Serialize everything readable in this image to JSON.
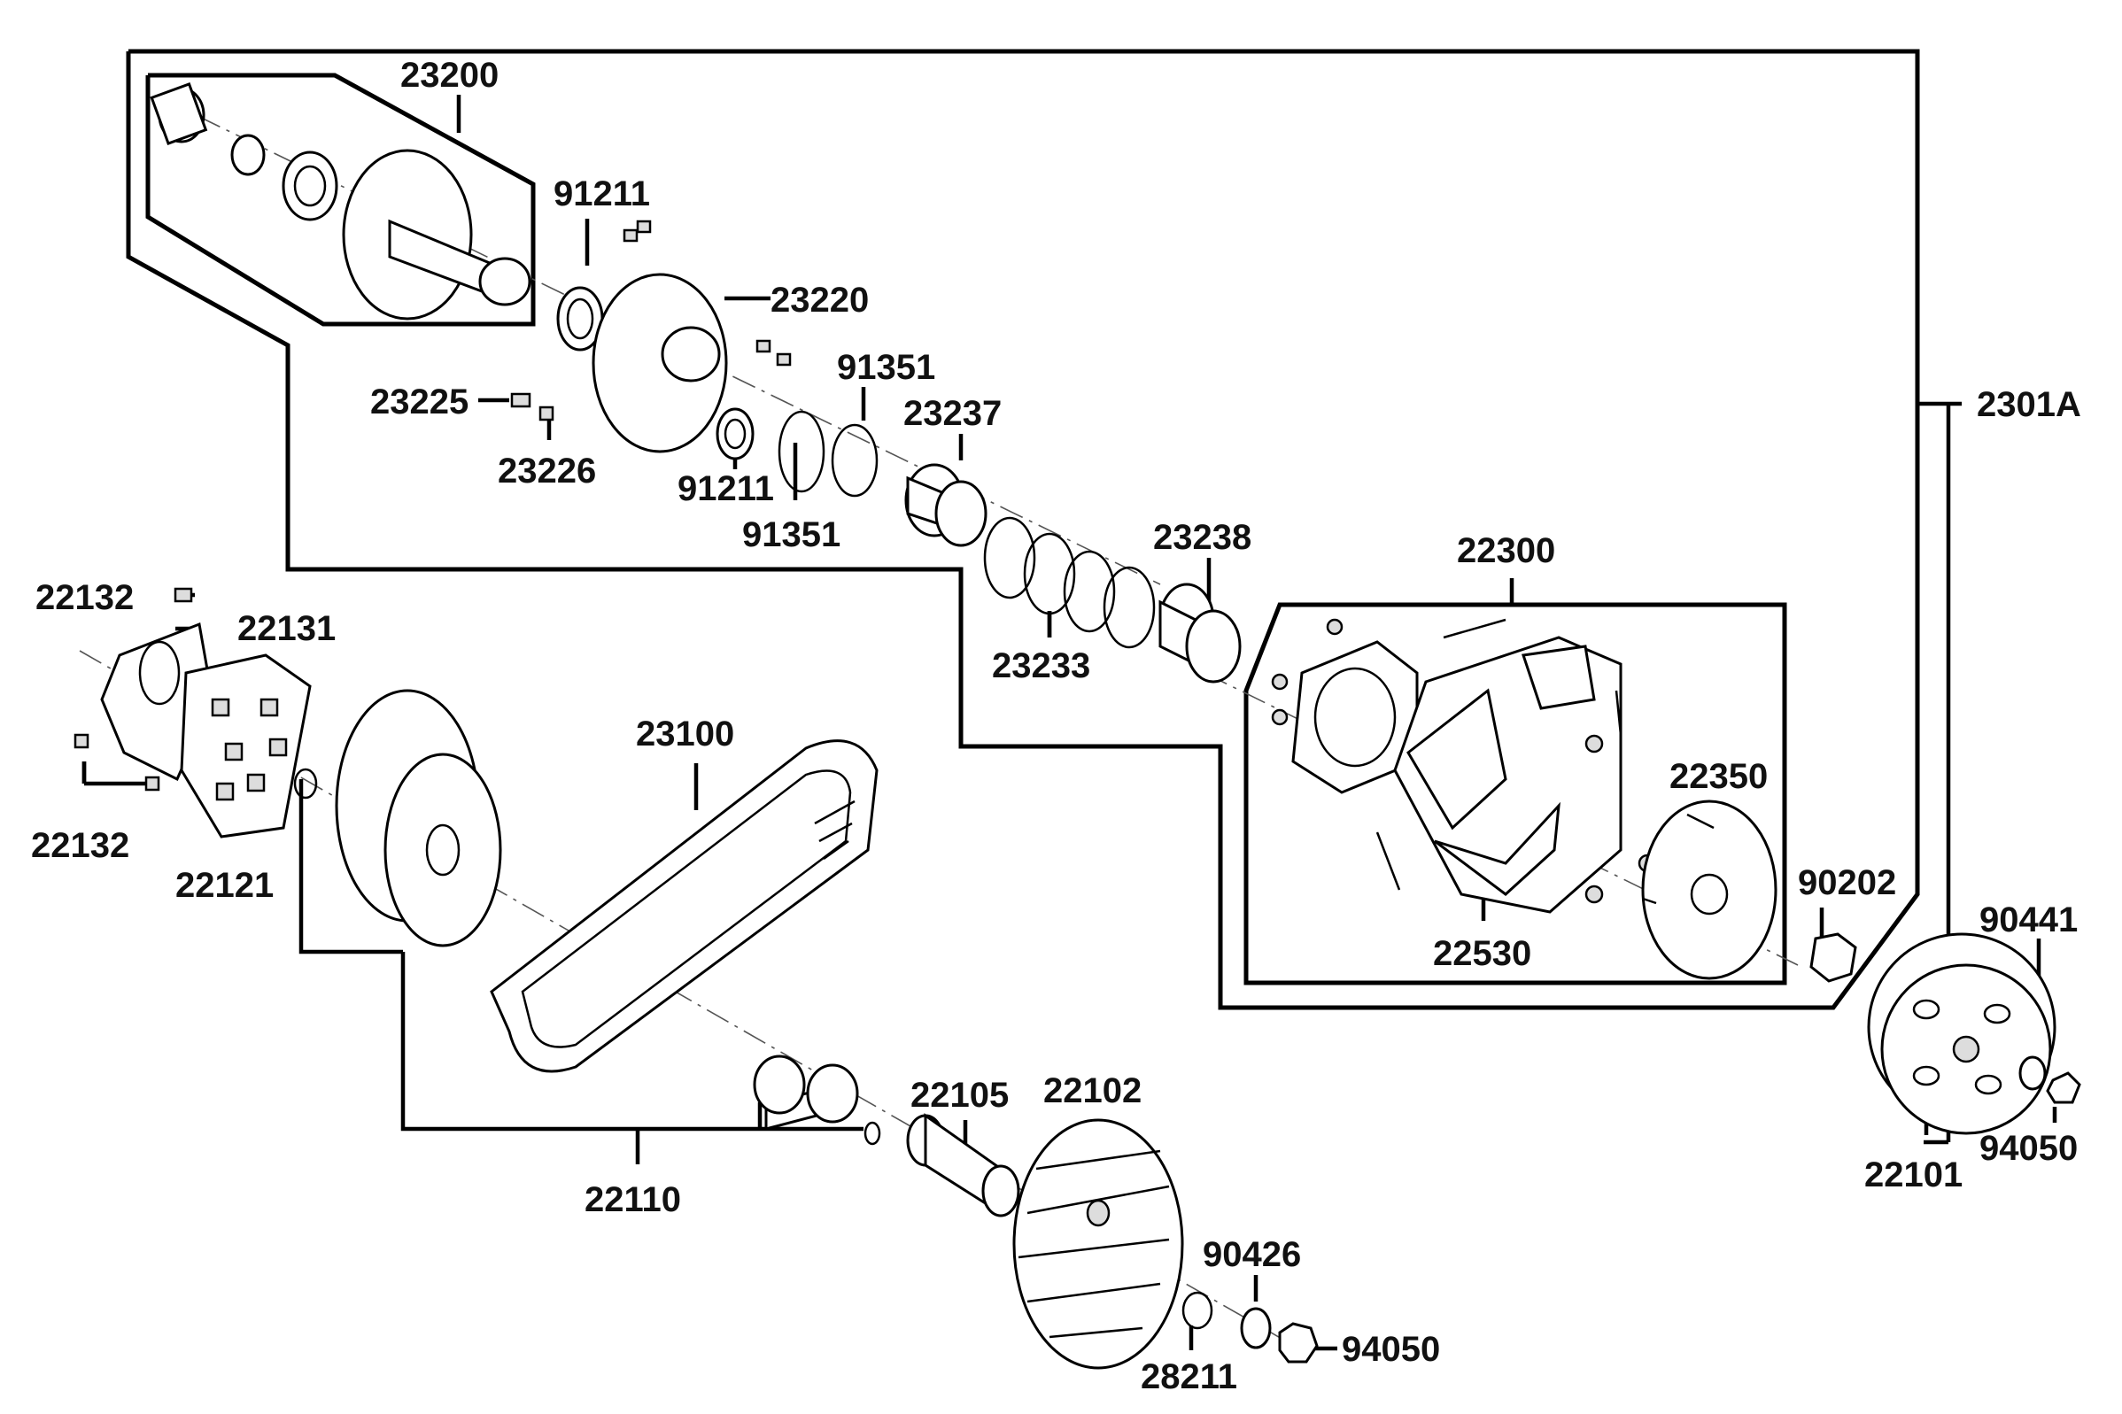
{
  "labels": {
    "l23200": "23200",
    "l91211a": "91211",
    "l23220": "23220",
    "l91351a": "91351",
    "l23225": "23225",
    "l23226": "23226",
    "l91211b": "91211",
    "l91351b": "91351",
    "l23237": "23237",
    "l2301A": "2301A",
    "l23238": "23238",
    "l22300": "22300",
    "l23233": "23233",
    "l22132a": "22132",
    "l22131": "22131",
    "l22132b": "22132",
    "l22121": "22121",
    "l23100": "23100",
    "l22350": "22350",
    "l90202": "90202",
    "l22530": "22530",
    "l90441": "90441",
    "l22105": "22105",
    "l22102": "22102",
    "l22110": "22110",
    "l22101": "22101",
    "l94050a": "94050",
    "l90426": "90426",
    "l94050b": "94050",
    "l28211": "28211"
  }
}
